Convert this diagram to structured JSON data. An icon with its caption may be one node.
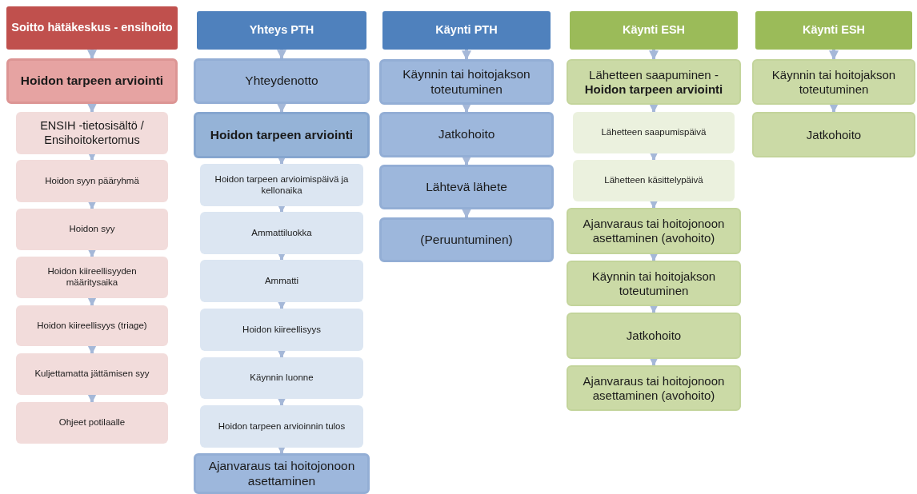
{
  "diagram": {
    "nodes": [
      {
        "text": [
          "Soitto hätäkeskus - ensihoito"
        ]
      },
      {
        "text": [
          "Hoidon tarpeen arviointi"
        ]
      },
      {
        "text": [
          "ENSIH -tietosisältö / Ensihoitokertomus"
        ]
      },
      {
        "text": [
          "Hoidon syyn pääryhmä"
        ]
      },
      {
        "text": [
          "Hoidon syy"
        ]
      },
      {
        "text": [
          "Hoidon kiireellisyyden määritysaika"
        ]
      },
      {
        "text": [
          "Hoidon kiireellisyys (triage)"
        ]
      },
      {
        "text": [
          "Kuljettamatta jättämisen syy"
        ]
      },
      {
        "text": [
          "Ohjeet potilaalle"
        ]
      },
      {
        "text": [
          "Yhteys PTH"
        ]
      },
      {
        "text": [
          "Yhteydenotto"
        ]
      },
      {
        "text": [
          "Hoidon tarpeen arviointi"
        ]
      },
      {
        "text": [
          "Hoidon tarpeen arvioimispäivä ja kellonaika"
        ]
      },
      {
        "text": [
          "Ammattiluokka"
        ]
      },
      {
        "text": [
          "Ammatti"
        ]
      },
      {
        "text": [
          "Hoidon kiireellisyys"
        ]
      },
      {
        "text": [
          "Käynnin luonne"
        ]
      },
      {
        "text": [
          "Hoidon tarpeen arvioinnin tulos"
        ]
      },
      {
        "text": [
          "Ajanvaraus tai hoitojonoon asettaminen"
        ]
      },
      {
        "text": [
          "Käynti PTH"
        ]
      },
      {
        "text": [
          "Käynnin tai hoitojakson toteutuminen"
        ]
      },
      {
        "text": [
          "Jatkohoito"
        ]
      },
      {
        "text": [
          "Lähtevä lähete"
        ]
      },
      {
        "text": [
          "(Peruuntuminen)"
        ]
      },
      {
        "text": [
          "Käynti ESH"
        ]
      },
      {
        "text": [
          "Lähetteen saapuminen - **Hoidon tarpeen arviointi**"
        ]
      },
      {
        "text": [
          "Lähetteen saapumispäivä"
        ]
      },
      {
        "text": [
          "Lähetteen käsittelypäivä"
        ]
      },
      {
        "text": [
          "Ajanvaraus tai hoitojonoon asettaminen (avohoito)"
        ]
      },
      {
        "text": [
          "Käynnin tai hoitojakson toteutuminen"
        ]
      },
      {
        "text": [
          "Jatkohoito"
        ]
      },
      {
        "text": [
          "Ajanvaraus tai hoitojonoon asettaminen (avohoito)"
        ]
      },
      {
        "text": [
          "Käynti ESH"
        ]
      },
      {
        "text": [
          "Käynnin tai hoitojakson toteutuminen"
        ]
      },
      {
        "text": [
          "Jatkohoito"
        ]
      }
    ],
    "edges": [
      {
        "from": 0,
        "to": 1,
        "arrow": "to"
      },
      {
        "from": 1,
        "to": 2,
        "arrow": "to"
      },
      {
        "from": 2,
        "to": 3,
        "arrow": "to"
      },
      {
        "from": 3,
        "to": 4,
        "arrow": "to"
      },
      {
        "from": 4,
        "to": 5,
        "arrow": "to"
      },
      {
        "from": 5,
        "to": 6,
        "arrow": "to"
      },
      {
        "from": 6,
        "to": 7,
        "arrow": "to"
      },
      {
        "from": 7,
        "to": 8,
        "arrow": "to"
      },
      {
        "from": 9,
        "to": 10,
        "arrow": "to"
      },
      {
        "from": 10,
        "to": 11,
        "arrow": "to"
      },
      {
        "from": 11,
        "to": 12,
        "arrow": "to"
      },
      {
        "from": 12,
        "to": 13,
        "arrow": "to"
      },
      {
        "from": 13,
        "to": 14,
        "arrow": "to"
      },
      {
        "from": 14,
        "to": 15,
        "arrow": "to"
      },
      {
        "from": 15,
        "to": 16,
        "arrow": "to"
      },
      {
        "from": 16,
        "to": 17,
        "arrow": "to"
      },
      {
        "from": 17,
        "to": 18,
        "arrow": "to"
      },
      {
        "from": 19,
        "to": 20,
        "arrow": "to"
      },
      {
        "from": 20,
        "to": 21,
        "arrow": "to"
      },
      {
        "from": 21,
        "to": 22,
        "arrow": "to"
      },
      {
        "from": 22,
        "to": 23,
        "arrow": "to"
      },
      {
        "from": 24,
        "to": 25,
        "arrow": "to"
      },
      {
        "from": 25,
        "to": 26,
        "arrow": "to"
      },
      {
        "from": 26,
        "to": 27,
        "arrow": "to"
      },
      {
        "from": 27,
        "to": 28,
        "arrow": "to"
      },
      {
        "from": 28,
        "to": 29,
        "arrow": "to"
      },
      {
        "from": 29,
        "to": 30,
        "arrow": "to"
      },
      {
        "from": 30,
        "to": 31,
        "arrow": "to"
      },
      {
        "from": 32,
        "to": 33,
        "arrow": "to"
      },
      {
        "from": 33,
        "to": 34,
        "arrow": "to"
      }
    ]
  }
}
